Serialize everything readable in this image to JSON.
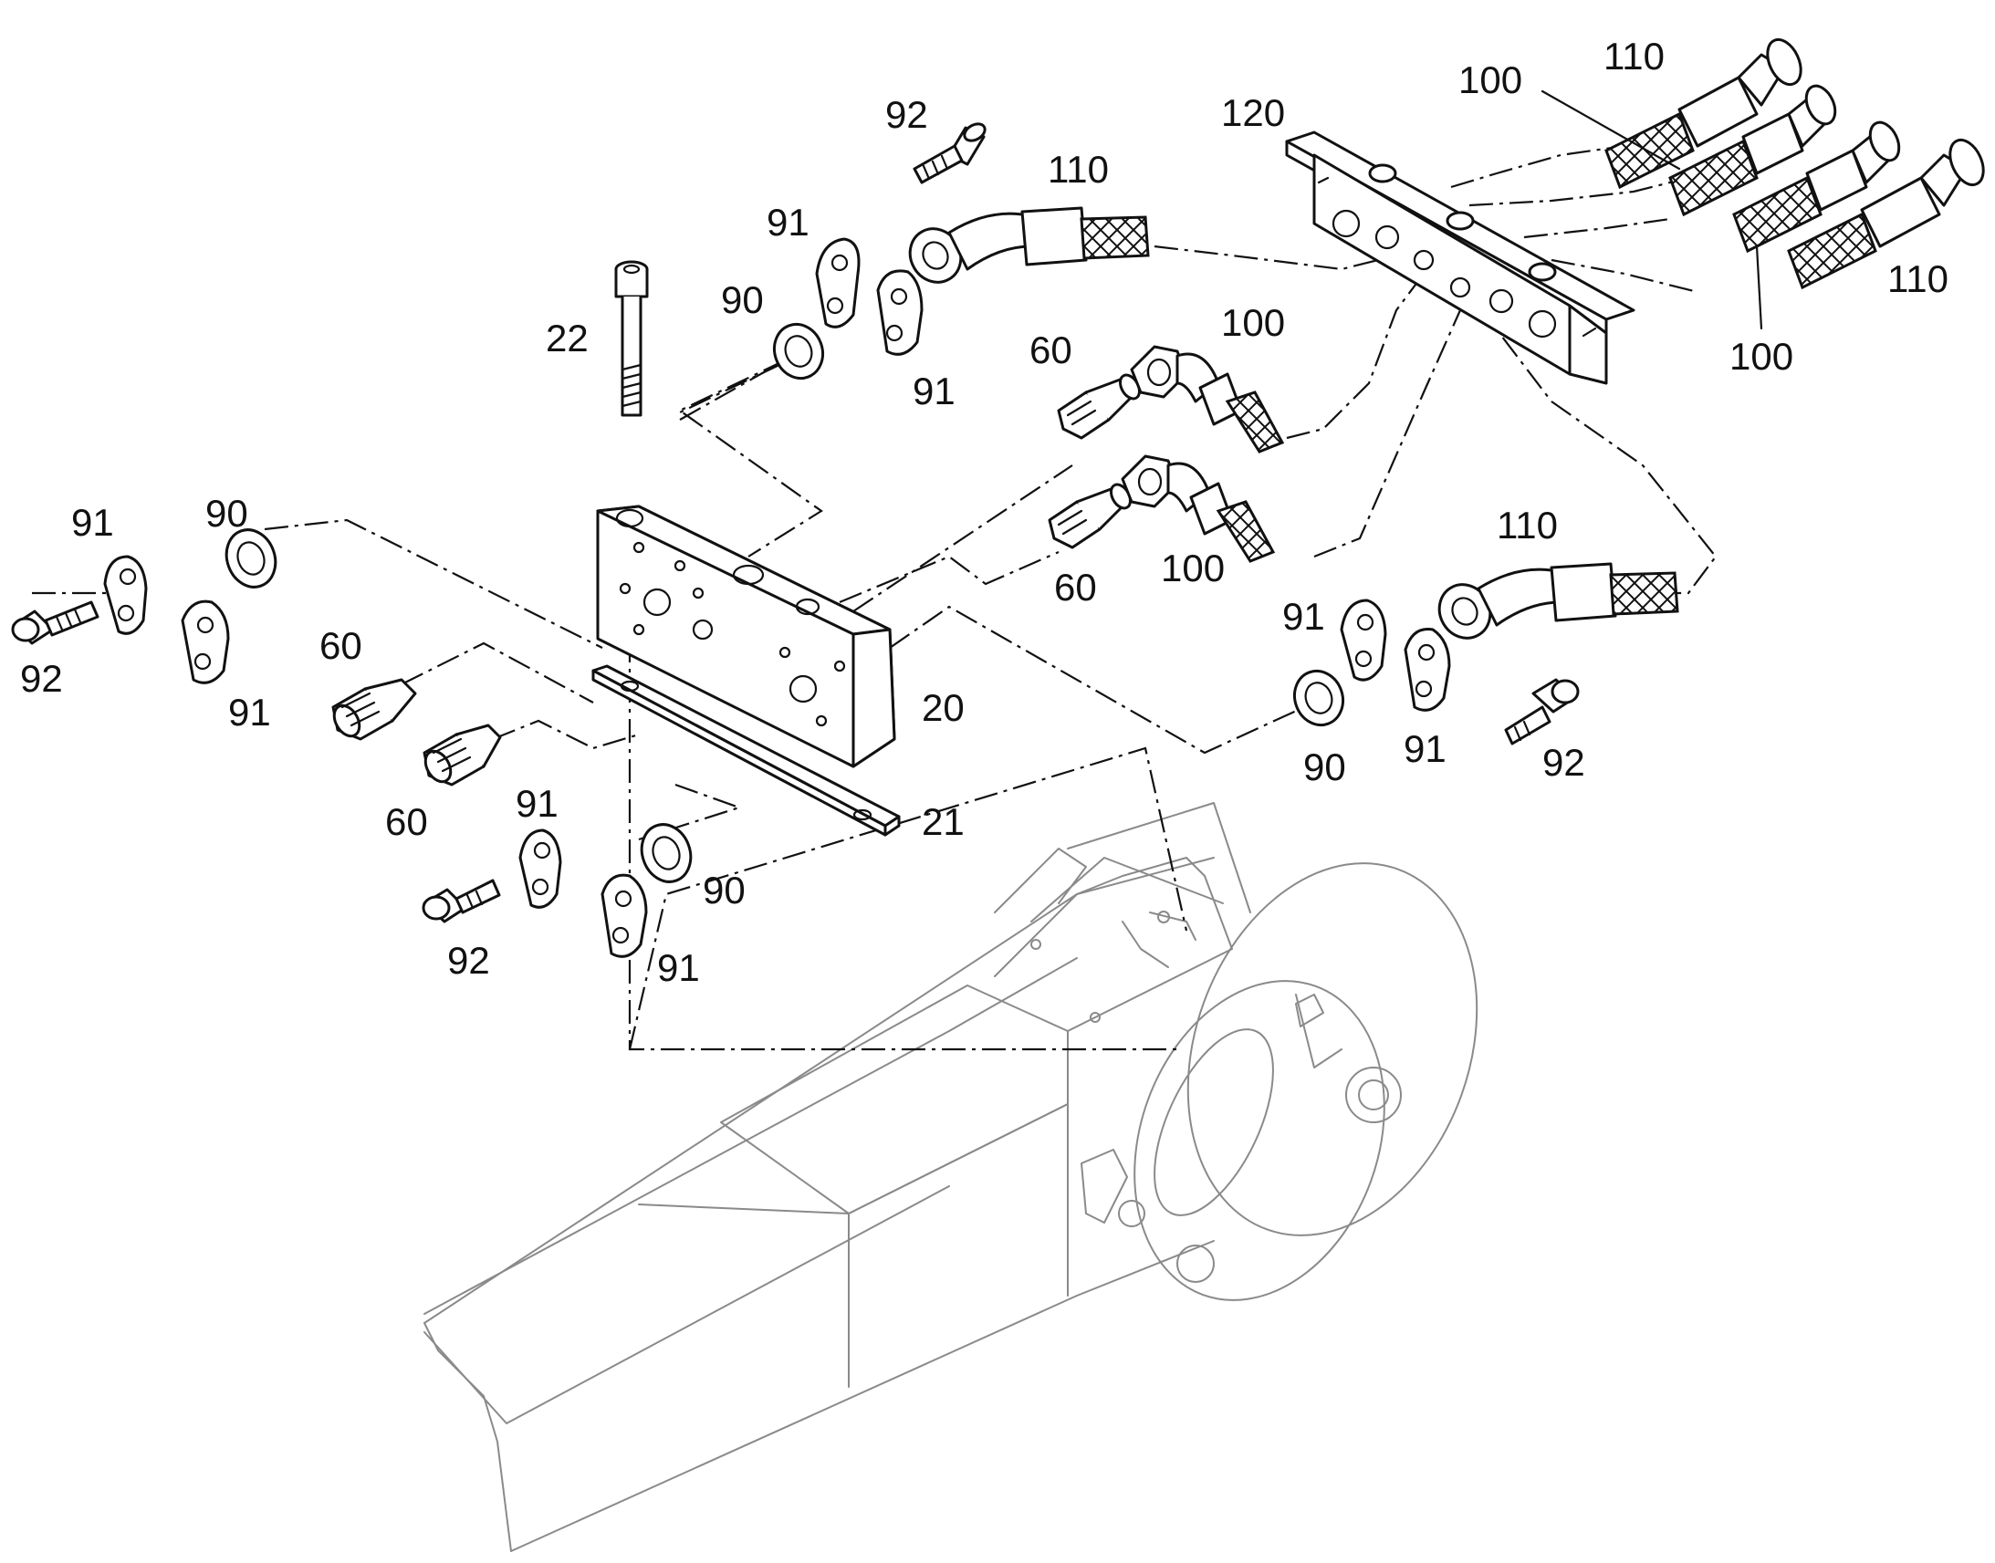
{
  "callouts": {
    "c92_top": "92",
    "c110_top_left": "110",
    "c91_top_a": "91",
    "c90_top": "90",
    "c91_top_b": "91",
    "c22": "22",
    "c120": "120",
    "c100_top": "100",
    "c110_top_right": "110",
    "c110_right": "110",
    "c100_right": "100",
    "c60_a": "60",
    "c100_mid": "100",
    "c60_b": "60",
    "c100_mid2": "100",
    "c110_mid_right": "110",
    "c91_left_a": "91",
    "c90_left": "90",
    "c92_left": "92",
    "c91_left_b": "91",
    "c60_left_a": "60",
    "c60_left_b": "60",
    "c20": "20",
    "c21": "21",
    "c91_bottom_a": "91",
    "c90_bottom": "90",
    "c92_bottom": "92",
    "c91_bottom_b": "91",
    "c91_right_a": "91",
    "c90_right": "90",
    "c91_right_b": "91",
    "c92_right": "92"
  }
}
